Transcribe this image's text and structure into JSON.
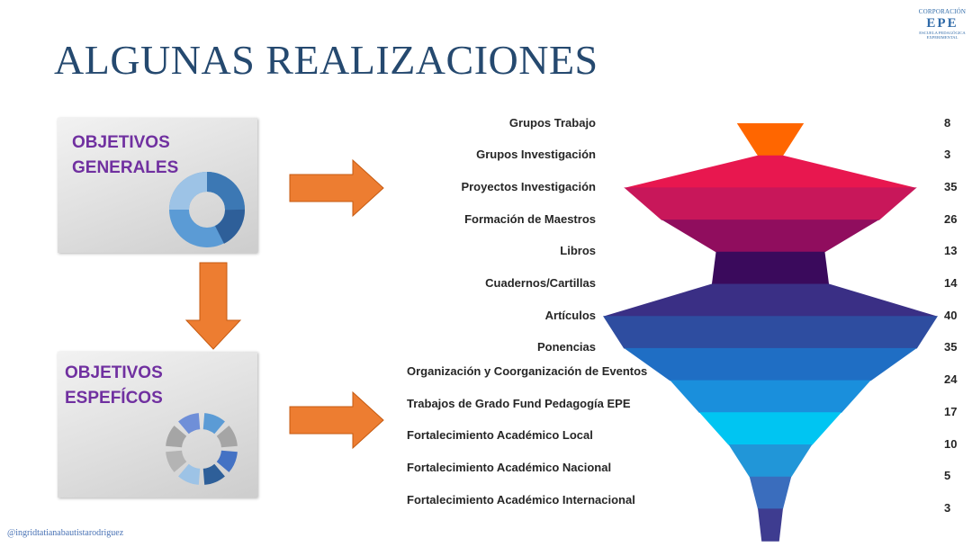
{
  "title": "ALGUNAS REALIZACIONES",
  "logo": {
    "line1": "CORPORACIÓN",
    "line2": "EPE",
    "line3": "ESCUELA PEDAGÓGICA",
    "line4": "EXPERIMENTAL"
  },
  "cards": {
    "general": {
      "line1": "OBJETIVOS",
      "line2": "GENERALES"
    },
    "specific": {
      "line1": "OBJETIVOS",
      "line2": "ESPEFÍCOS"
    }
  },
  "footer": {
    "handle": "@ingridtatianabautistarodriguez"
  },
  "colors": {
    "title": "#25496f",
    "card_text": "#7030a0",
    "arrow": "#ed7d31"
  },
  "chart_data": {
    "type": "funnel",
    "categories": [
      "Grupos Trabajo",
      "Grupos Investigación",
      "Proyectos Investigación",
      "Formación de Maestros",
      "Libros",
      "Cuadernos/Cartillas",
      "Artículos",
      "Ponencias",
      "Organización y Coorganización de Eventos",
      "Trabajos de Grado Fund Pedagogía EPE",
      "Fortalecimiento Académico Local",
      "Fortalecimiento Académico Nacional",
      "Fortalecimiento Académico Internacional"
    ],
    "values": [
      8,
      3,
      35,
      26,
      13,
      14,
      40,
      35,
      24,
      17,
      10,
      5,
      3
    ],
    "value_labels": [
      "8",
      "3",
      "35",
      "26",
      "13",
      "14",
      "40",
      "35",
      "24",
      "17",
      "10",
      "5",
      "3"
    ],
    "colors": [
      "#ff6600",
      "#e8174f",
      "#c8175a",
      "#900d5e",
      "#3a0a5c",
      "#3a2f85",
      "#2e4da0",
      "#1f6ec4",
      "#1a8fdc",
      "#00c5f2",
      "#2196d8",
      "#3a6dbd",
      "#3e3c90"
    ]
  }
}
